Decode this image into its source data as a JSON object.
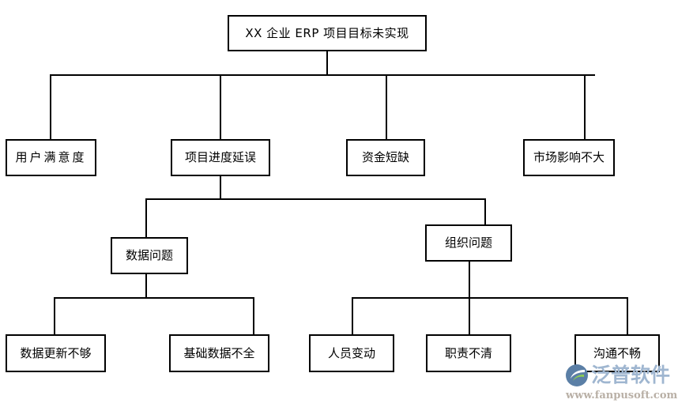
{
  "diagram": {
    "type": "fault-tree",
    "title": "XX 企业 ERP 项目目标未实现",
    "levels": 4,
    "nodes": {
      "root": "XX 企业 ERP 项目目标未实现",
      "level2": [
        "用户满意度",
        "项目进度延误",
        "资金短缺",
        "市场影响不大"
      ],
      "level3": [
        "数据问题",
        "组织问题"
      ],
      "level4": [
        "数据更新不够",
        "基础数据不全",
        "人员变动",
        "职责不清",
        "沟通不畅"
      ]
    },
    "colors": {
      "box_border": "#000000",
      "box_fill": "#ffffff",
      "connector": "#000000",
      "background": "#ffffff"
    }
  },
  "watermark": {
    "brand": "泛普软件",
    "url": "www.fanpusoft.com",
    "logo_icon": "swoosh-circle-icon",
    "brand_color": "#9fb6d0",
    "url_color": "#b9b0a6"
  }
}
